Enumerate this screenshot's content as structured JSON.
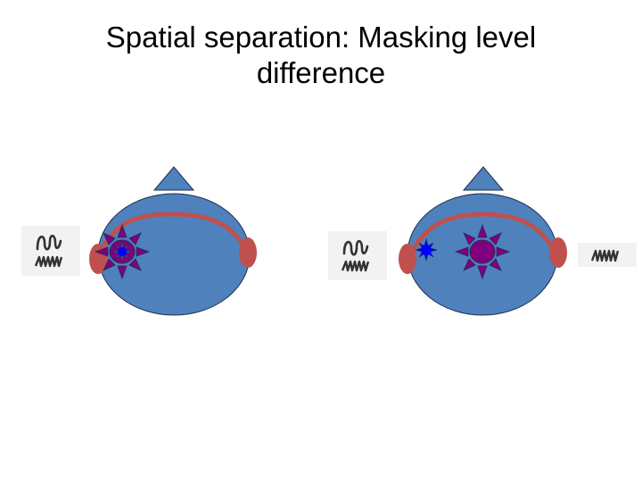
{
  "slide": {
    "title_line1": "Spatial separation: Masking level",
    "title_line2": "difference"
  },
  "colors": {
    "head": "#4f81bd",
    "outline": "#1f3050",
    "ear": "#c0504d",
    "arc": "#c0504d",
    "source_purple": "#800080",
    "source_blue": "#0000ff",
    "signal_box": "#f2f2f2",
    "waveform": "#333333"
  },
  "panels": [
    {
      "name": "left-panel",
      "description": "Signal and noise both presented from the same side",
      "left_signal_box": [
        "tone",
        "noise"
      ],
      "sources": [
        {
          "type": "noise-star-with-tone",
          "position": "near-left-ear"
        }
      ]
    },
    {
      "name": "right-panel",
      "description": "Tone at left ear, noise presented to both ears (center)",
      "left_signal_box": [
        "tone",
        "noise"
      ],
      "right_signal_box": [
        "noise"
      ],
      "sources": [
        {
          "type": "tone-star",
          "position": "near-left-ear"
        },
        {
          "type": "noise-star",
          "position": "center"
        }
      ]
    }
  ]
}
